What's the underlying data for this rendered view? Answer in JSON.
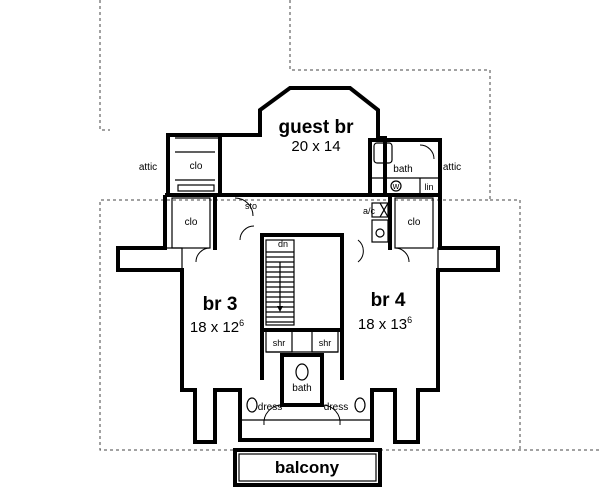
{
  "rooms": {
    "guest_br": {
      "name": "guest br",
      "dims": "20 x 14"
    },
    "br3": {
      "name": "br 3",
      "dims": "18 x 12",
      "dims_sup": "6"
    },
    "br4": {
      "name": "br 4",
      "dims": "18 x 13",
      "dims_sup": "6"
    },
    "balcony": {
      "name": "balcony"
    }
  },
  "labels": {
    "attic": "attic",
    "clo": "clo",
    "bath": "bath",
    "sto": "sto",
    "dn": "dn",
    "shr": "shr",
    "dress": "dress",
    "w": "w",
    "lin": "lin",
    "ac": "a/c"
  }
}
